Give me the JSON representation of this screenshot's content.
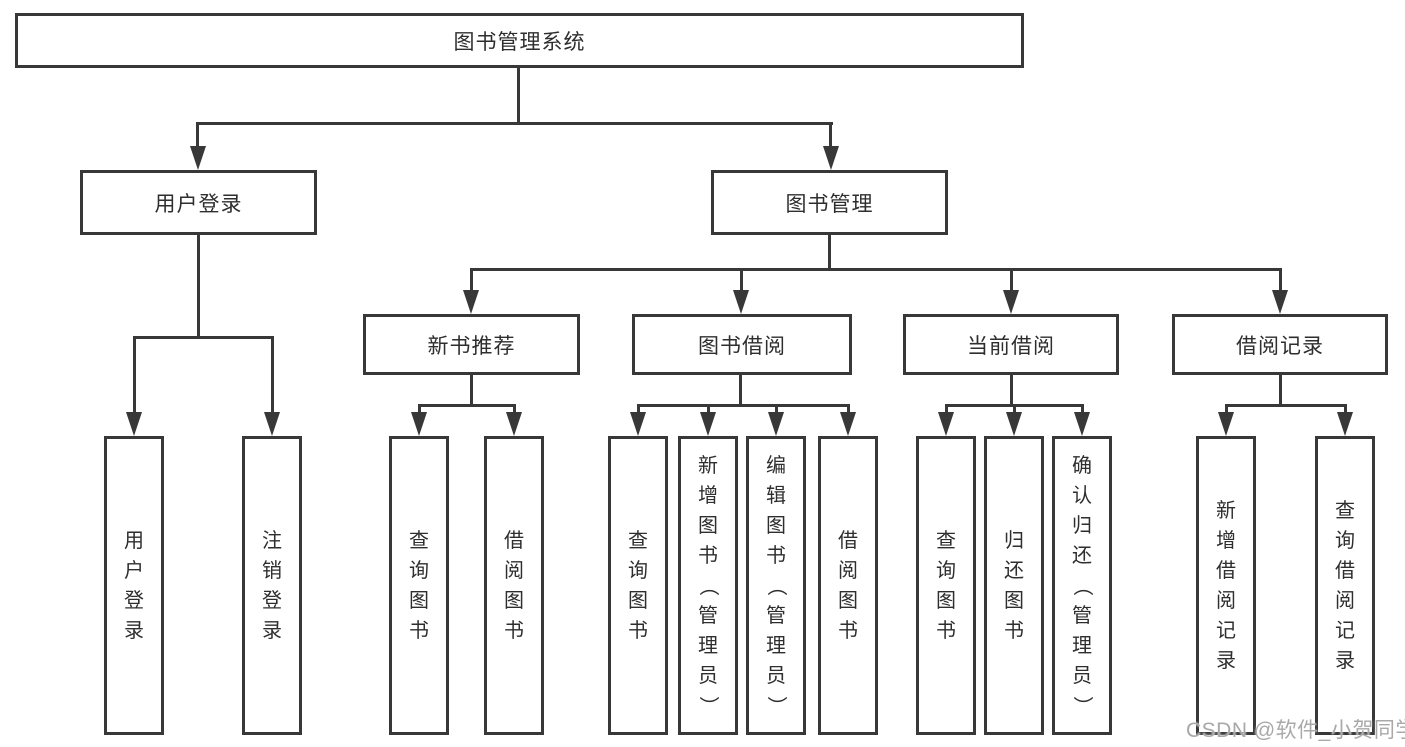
{
  "diagram": {
    "root": {
      "label": "图书管理系统"
    },
    "level2": [
      {
        "label": "用户登录"
      },
      {
        "label": "图书管理"
      }
    ],
    "level3": [
      {
        "label": "新书推荐"
      },
      {
        "label": "图书借阅"
      },
      {
        "label": "当前借阅"
      },
      {
        "label": "借阅记录"
      }
    ],
    "leaves": [
      {
        "label": "用户登录"
      },
      {
        "label": "注销登录"
      },
      {
        "label": "查询图书"
      },
      {
        "label": "借阅图书"
      },
      {
        "label": "查询图书"
      },
      {
        "label": "新增图书（管理员）"
      },
      {
        "label": "编辑图书（管理员）"
      },
      {
        "label": "借阅图书"
      },
      {
        "label": "查询图书"
      },
      {
        "label": "归还图书"
      },
      {
        "label": "确认归还（管理员）"
      },
      {
        "label": "新增借阅记录"
      },
      {
        "label": "查询借阅记录"
      }
    ],
    "watermark": {
      "text": "CSDN @软件_小贺同学"
    },
    "colors": {
      "line": "#383838",
      "text": "#2e2e2e",
      "watermark": "#a9a9a9"
    }
  }
}
